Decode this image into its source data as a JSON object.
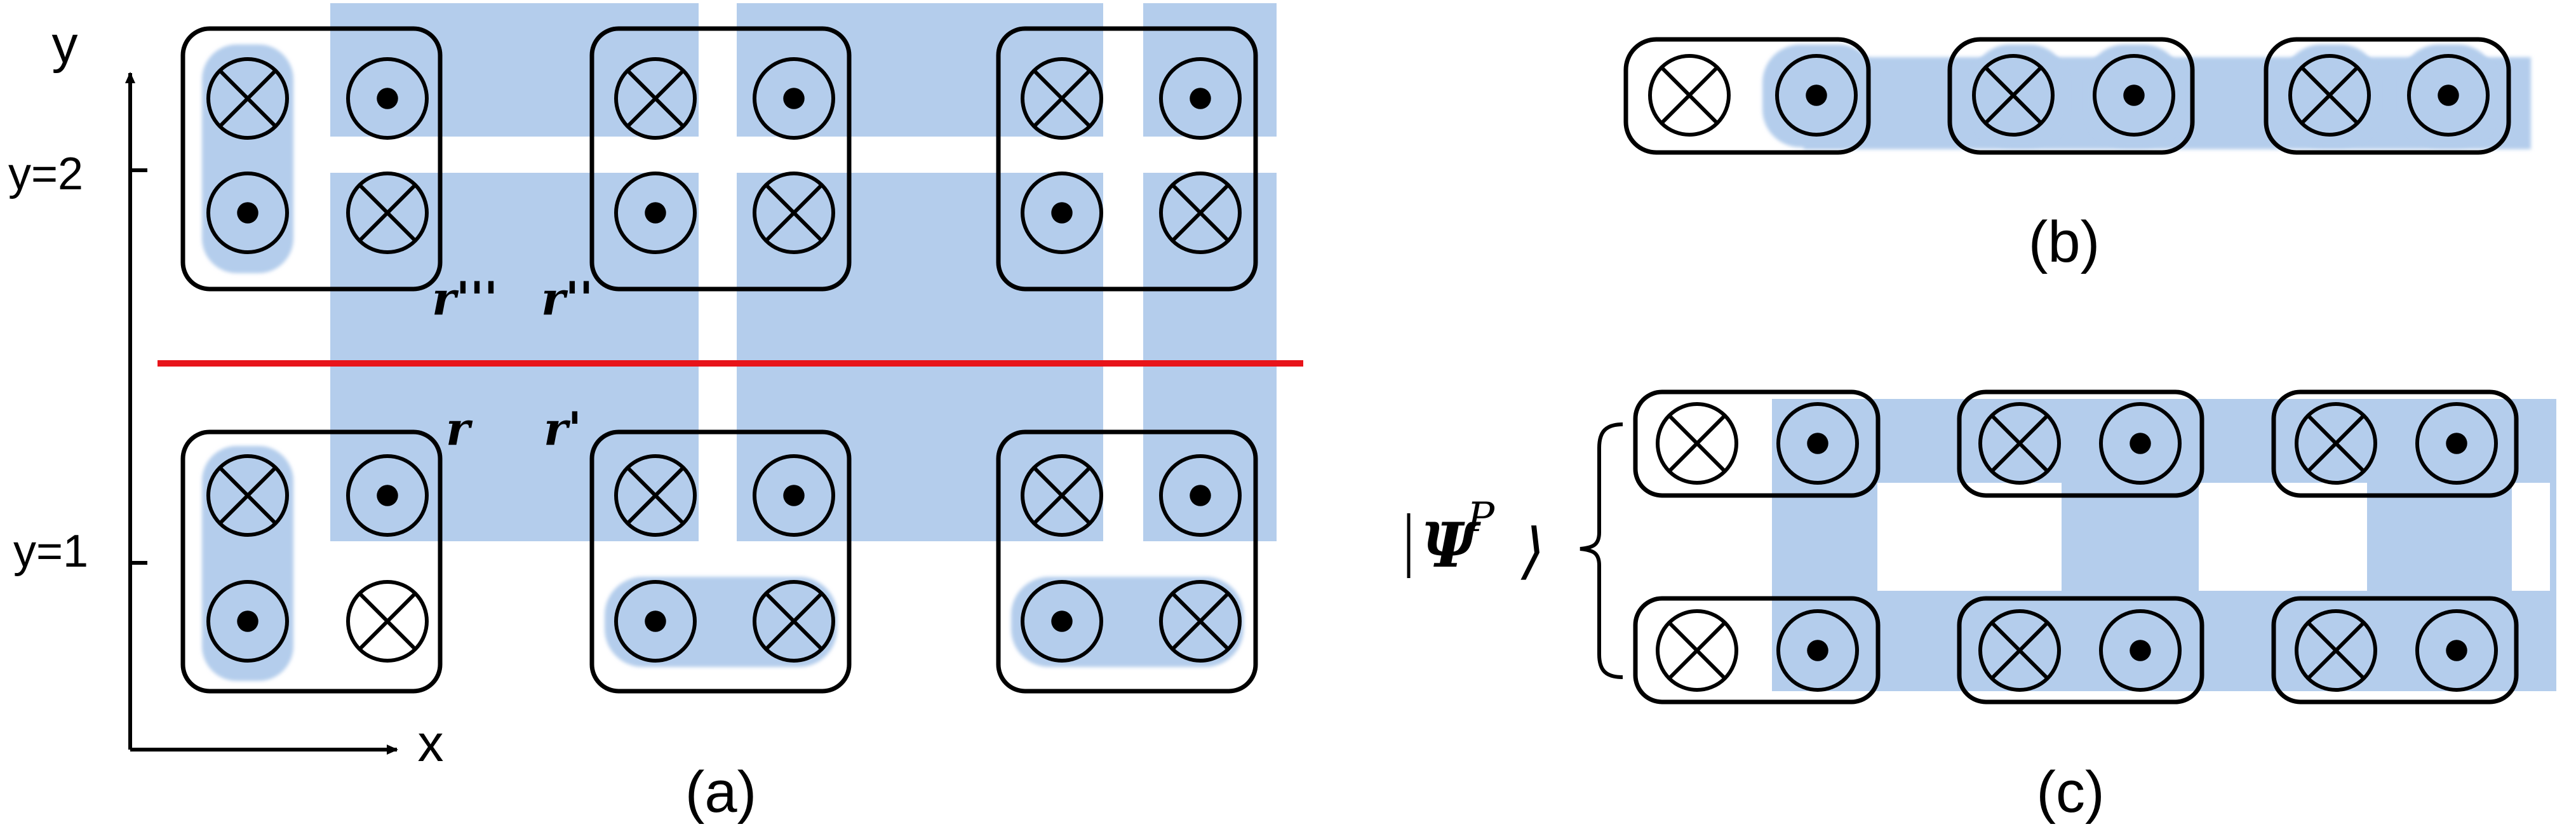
{
  "panel_a": {
    "caption": "(a)",
    "axis_y_label": "y",
    "axis_x_label": "x",
    "tick_y2": "y=2",
    "tick_y1": "y=1",
    "label_r3": "r'''",
    "label_r2": "r''",
    "label_r": "r",
    "label_r1": "r'",
    "cut_line_color": "#e8141a"
  },
  "panel_b": {
    "caption": "(b)"
  },
  "panel_c": {
    "caption": "(c)",
    "state_label": "|Ψ",
    "state_sup": "P",
    "state_close": "⟩"
  },
  "colors": {
    "highlight": "#b4cdec",
    "stroke": "#000000"
  },
  "symbols": {
    "into_page": "cross-circle-icon",
    "out_of_page": "dot-circle-icon"
  }
}
